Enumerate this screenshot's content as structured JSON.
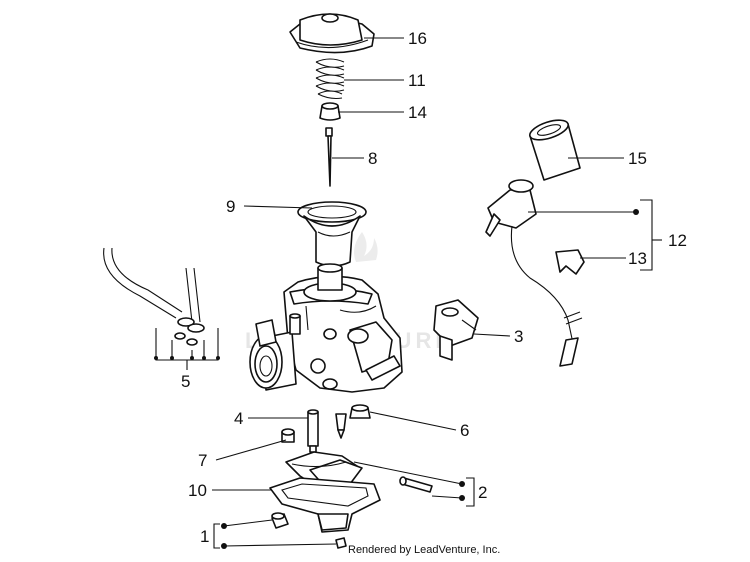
{
  "diagram": {
    "callouts": [
      {
        "id": "16",
        "label": "16"
      },
      {
        "id": "11",
        "label": "11"
      },
      {
        "id": "14",
        "label": "14"
      },
      {
        "id": "8",
        "label": "8"
      },
      {
        "id": "9",
        "label": "9"
      },
      {
        "id": "15",
        "label": "15"
      },
      {
        "id": "12",
        "label": "12"
      },
      {
        "id": "13",
        "label": "13"
      },
      {
        "id": "3",
        "label": "3"
      },
      {
        "id": "5",
        "label": "5"
      },
      {
        "id": "4",
        "label": "4"
      },
      {
        "id": "6",
        "label": "6"
      },
      {
        "id": "7",
        "label": "7"
      },
      {
        "id": "10",
        "label": "10"
      },
      {
        "id": "2",
        "label": "2"
      },
      {
        "id": "1",
        "label": "1"
      }
    ],
    "watermark": "LEADVENTURE",
    "credit": "Rendered by LeadVenture, Inc."
  }
}
